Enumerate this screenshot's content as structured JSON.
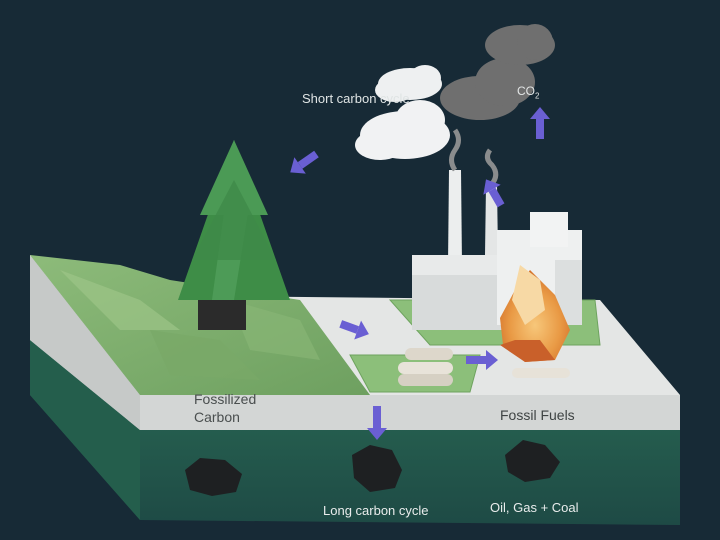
{
  "labels": {
    "short_carbon_cycle": "Short carbon cycle",
    "fossilized_carbon": "Fossilized Carbon",
    "fossil_fuels": "Fossil Fuels",
    "long_carbon_cycle": "Long carbon cycle",
    "oil_gas_coal": "Oil, Gas + Coal",
    "co2_main": "CO",
    "co2_sub": "2"
  },
  "colors": {
    "background": "#172a36",
    "slab_top": "#e3e5e4",
    "slab_side": "#d2d5d4",
    "ground_green": "#2f7a5c",
    "grass": "#7fae6e",
    "tree": "#3f8f4a",
    "arrow": "#6a5fd3",
    "cloud_white": "#eef0f1",
    "smoke_gray": "#6f6f6f",
    "fire": "#e58a3a",
    "coal": "#1e2022"
  }
}
